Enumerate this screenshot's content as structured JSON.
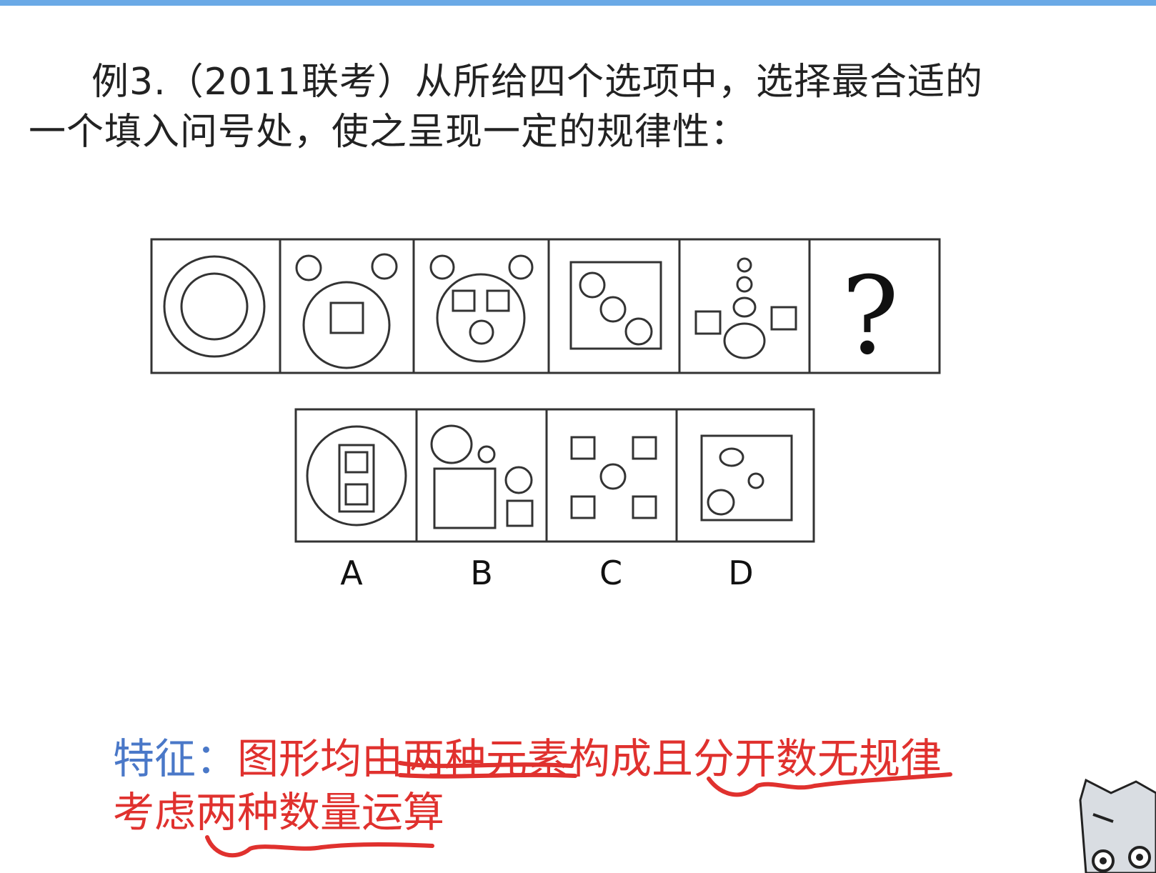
{
  "question": {
    "line1": "例3.（2011联考）从所给四个选项中，选择最合适的",
    "line2": "一个填入问号处，使之呈现一定的规律性："
  },
  "sequence": {
    "question_mark": "?"
  },
  "options": [
    "A",
    "B",
    "C",
    "D"
  ],
  "feature": {
    "label": "特征：",
    "text": "图形均由两种元素构成且分开数无规律",
    "consider": "考虑两种数量运算"
  },
  "colors": {
    "accent_bar": "#6aa9e6",
    "label": "#4a78c8",
    "highlight": "#e0312e"
  }
}
